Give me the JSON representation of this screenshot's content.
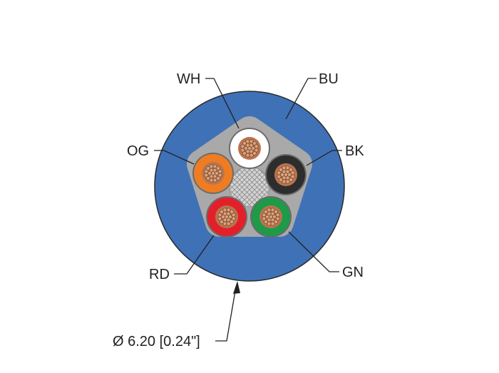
{
  "cable": {
    "jacket": {
      "label": "BU",
      "color": "#3f71b6"
    },
    "conductors": [
      {
        "key": "white",
        "label": "WH",
        "color": "#ffffff"
      },
      {
        "key": "black",
        "label": "BK",
        "color": "#2d2d2d"
      },
      {
        "key": "green",
        "label": "GN",
        "color": "#1e9a48"
      },
      {
        "key": "red",
        "label": "RD",
        "color": "#e3202a"
      },
      {
        "key": "orange",
        "label": "OG",
        "color": "#f07c22"
      }
    ],
    "copper_color": "#b8754f",
    "diameter_text": "Ø 6.20 [0.24\"]"
  }
}
